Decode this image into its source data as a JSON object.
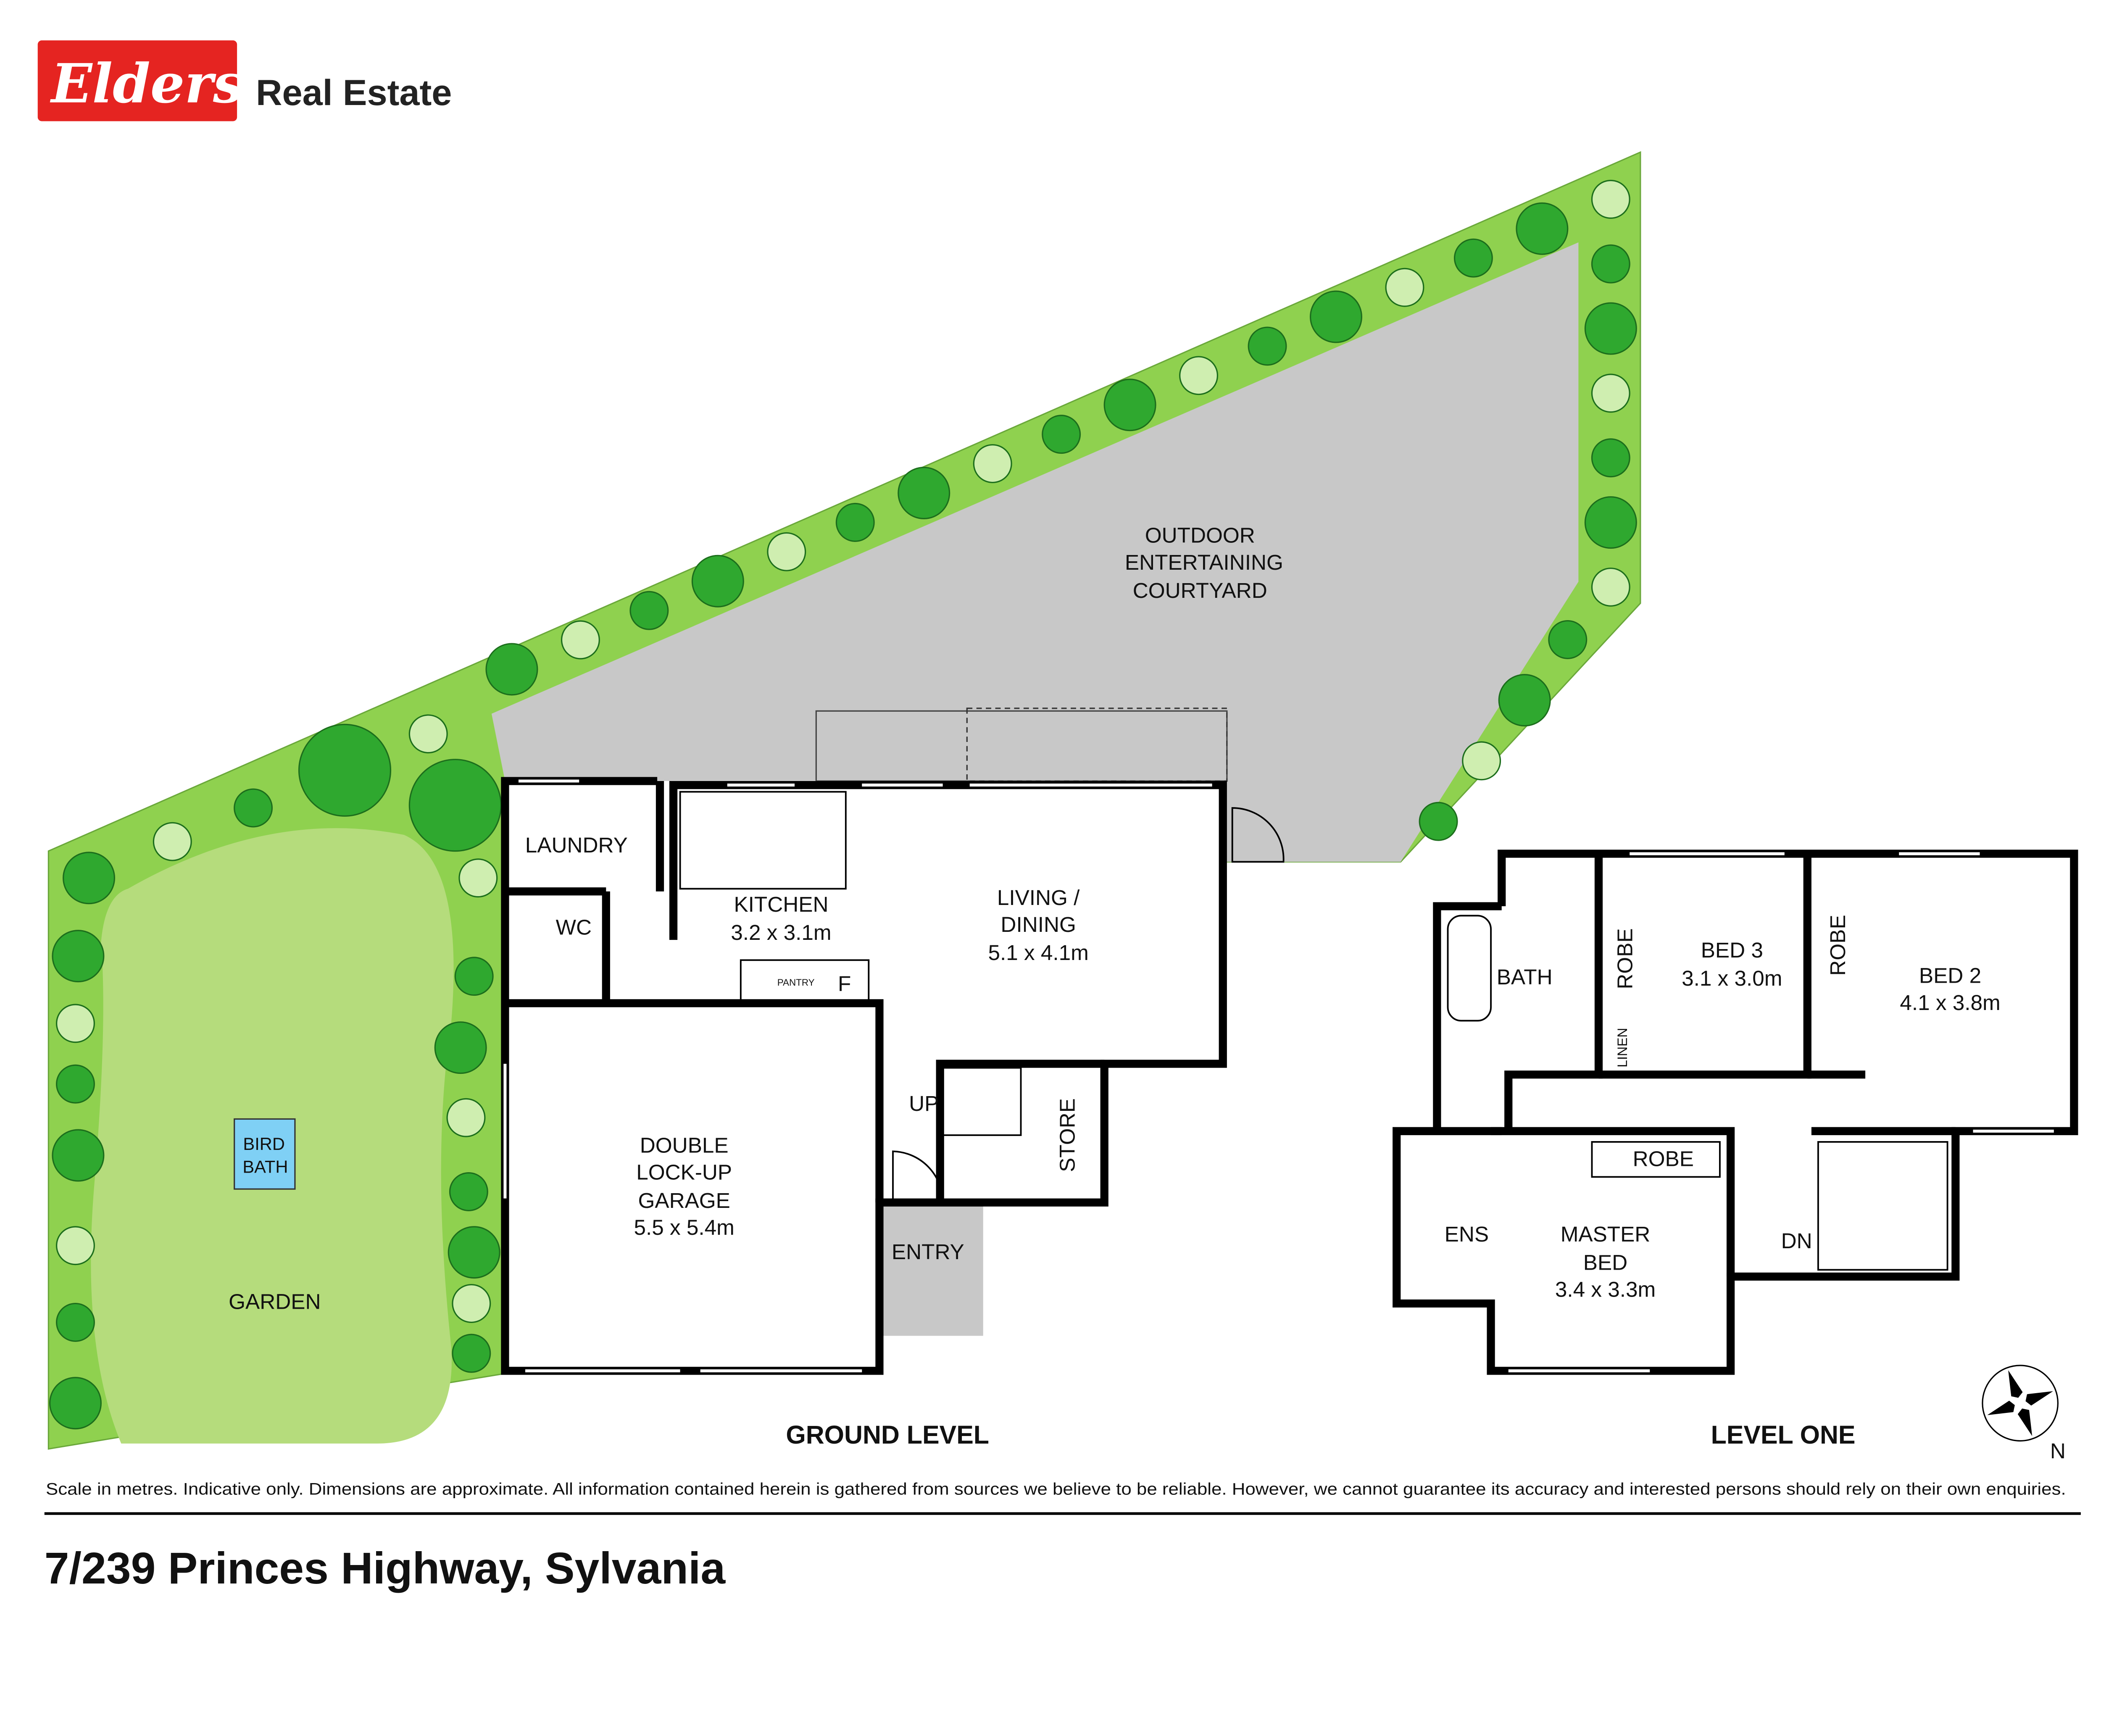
{
  "brand": {
    "logo_text": "Elders",
    "name": "Real Estate",
    "color": "#e52421"
  },
  "outdoor": {
    "courtyard": [
      "OUTDOOR",
      "ENTERTAINING",
      "COURTYARD"
    ],
    "garden": "GARDEN",
    "bird_bath": [
      "BIRD",
      "BATH"
    ]
  },
  "ground_level": {
    "title": "GROUND LEVEL",
    "laundry": "LAUNDRY",
    "wc": "WC",
    "kitchen": {
      "name": "KITCHEN",
      "size": "3.2 x 3.1m"
    },
    "living": {
      "name": [
        "LIVING /",
        "DINING"
      ],
      "size": "5.1 x 4.1m"
    },
    "pantry": "PANTRY",
    "fridge": "F",
    "up": "UP",
    "store": "STORE",
    "garage": {
      "name": [
        "DOUBLE",
        "LOCK-UP",
        "GARAGE"
      ],
      "size": "5.5 x 5.4m"
    },
    "entry": "ENTRY"
  },
  "level_one": {
    "title": "LEVEL ONE",
    "bath": "BATH",
    "robe": "ROBE",
    "linen": "LINEN",
    "bed3": {
      "name": "BED 3",
      "size": "3.1 x 3.0m"
    },
    "bed2": {
      "name": "BED 2",
      "size": "4.1 x 3.8m"
    },
    "master": {
      "name": [
        "MASTER",
        "BED"
      ],
      "size": "3.4 x 3.3m"
    },
    "ens": "ENS",
    "dn": "DN"
  },
  "compass": {
    "label": "N"
  },
  "disclaimer": "Scale in metres. Indicative only. Dimensions are approximate. All information contained herein is gathered from sources we believe to be reliable. However, we cannot guarantee its accuracy and interested persons should rely on their own enquiries.",
  "address": "7/239 Princes Highway, Sylvania",
  "colors": {
    "garden": "#8fd14f",
    "lawn": "#b5dc7c",
    "courtyard": "#c8c8c8",
    "tree": "#2fa82f",
    "bird_bath": "#7fd0f5"
  }
}
